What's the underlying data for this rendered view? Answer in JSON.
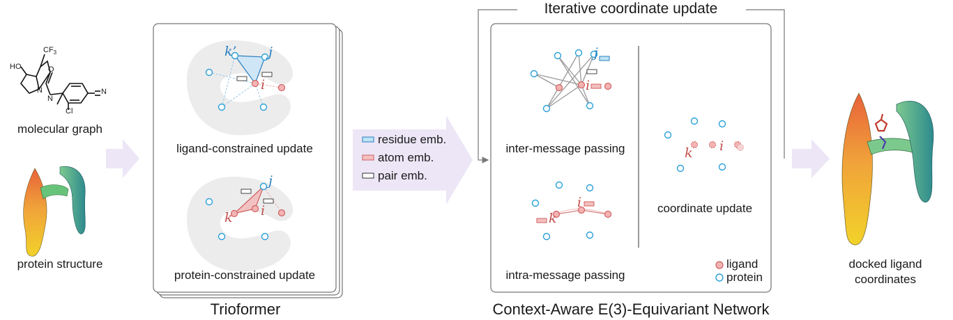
{
  "left": {
    "molecular_graph_label": "molecular graph",
    "protein_structure_label": "protein structure",
    "mol_text": {
      "ho": "HO",
      "cf3": "CF",
      "cf3_sub": "3",
      "o": "O",
      "n1": "N",
      "n2": "N",
      "cl": "Cl",
      "n3": "N"
    }
  },
  "trioformer": {
    "title": "Trioformer",
    "top_caption": "ligand-constrained update",
    "bottom_caption": "protein-constrained update",
    "top_vars": {
      "k": "k’",
      "j": "j",
      "i": "i"
    },
    "bottom_vars": {
      "j": "j",
      "k": "k",
      "i": "i"
    }
  },
  "legend_embeddings": {
    "residue": "residue emb.",
    "atom": "atom emb.",
    "pair": "pair emb."
  },
  "network": {
    "title": "Context-Aware E(3)-Equivariant Network",
    "loop_label": "Iterative coordinate update",
    "inter_caption": "inter-message passing",
    "intra_caption": "intra-message passing",
    "coord_caption": "coordinate update",
    "inter_vars": {
      "j": "j",
      "i": "i"
    },
    "intra_vars": {
      "i": "i",
      "k": "k"
    },
    "coord_vars": {
      "k": "k",
      "i": "i"
    },
    "legend": {
      "ligand": "ligand",
      "protein": "protein"
    }
  },
  "output": {
    "label_line1": "docked ligand",
    "label_line2": "coordinates"
  },
  "colors": {
    "protein_node": "#2aa0d8",
    "ligand_node": "#e07a7a",
    "pocket": "#ececec",
    "arrow": "#ece6f7"
  }
}
